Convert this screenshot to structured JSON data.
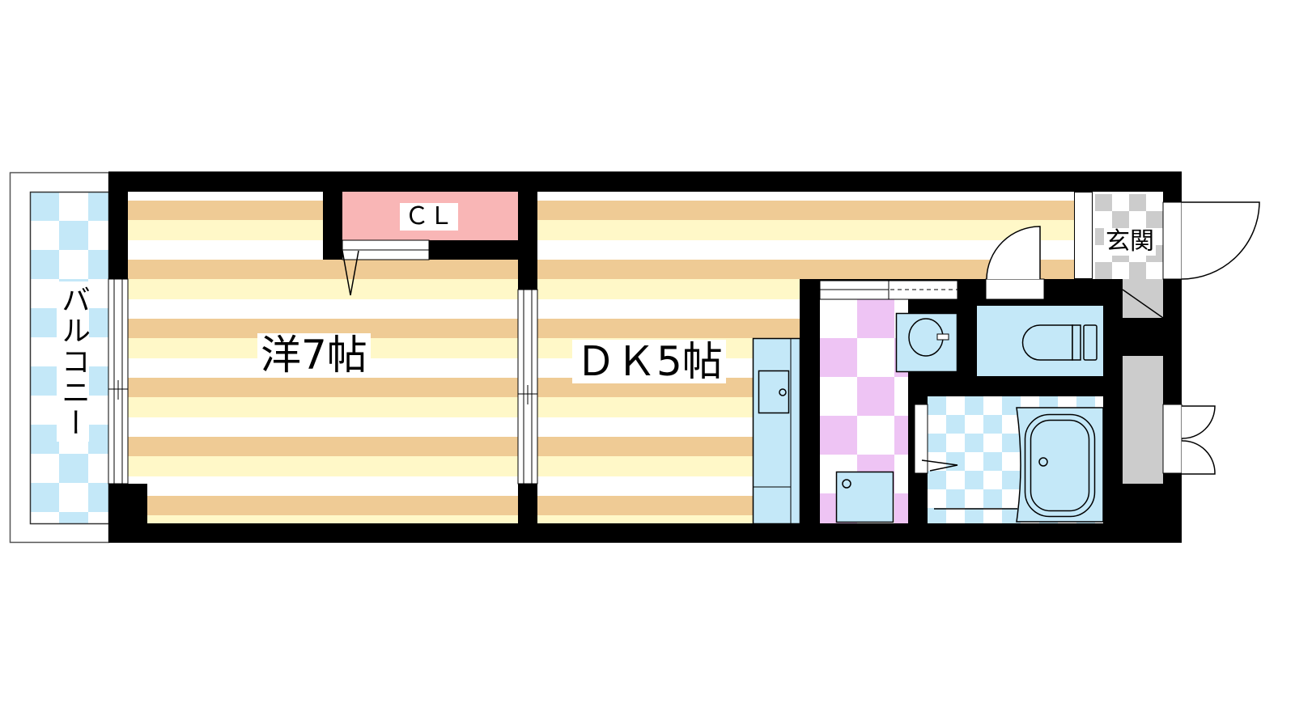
{
  "rooms": {
    "western_room": "洋7帖",
    "dk": "ＤＫ5帖",
    "closet": "ＣＬ",
    "entrance": "玄関",
    "balcony": "バルコニー"
  },
  "colors": {
    "wall": "#000000",
    "floor_stripe_dark": "#EFCB95",
    "floor_stripe_light": "#FFF8C8",
    "closet": "#F9B6B6",
    "wet_area": "#C4E8F8",
    "washroom_check": "#EEC4F4",
    "entrance_check": "#CCCCCC"
  }
}
